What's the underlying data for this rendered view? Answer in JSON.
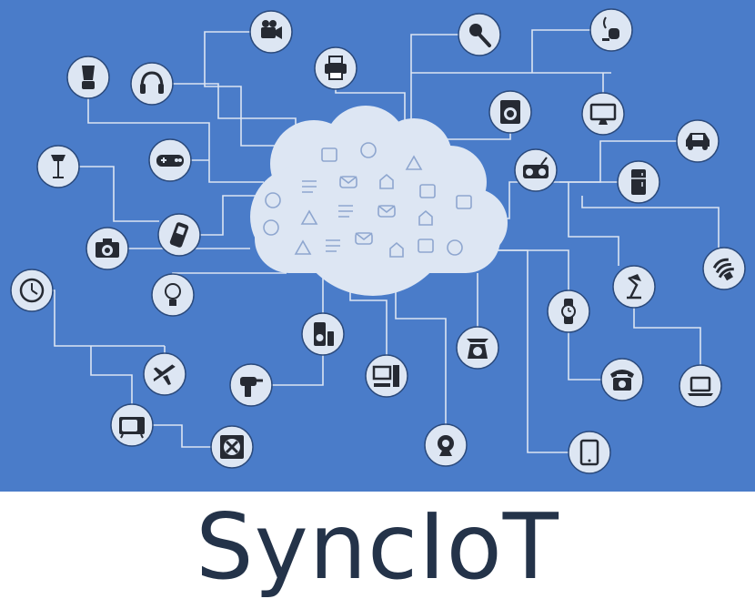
{
  "brand": {
    "name": "SyncIoT"
  },
  "colors": {
    "background": "#4a7cc9",
    "line": "#dbe4f2",
    "node_fill": "#dde6f3",
    "node_stroke": "#2b4a7c",
    "icon": "#262a33",
    "cloud": "#dde6f3",
    "cloud_icon": "#8ea6cf",
    "brand_text": "#243349"
  },
  "devices": [
    {
      "id": "camcorder",
      "icon": "camcorder-icon"
    },
    {
      "id": "microphone",
      "icon": "microphone-icon"
    },
    {
      "id": "vacuum",
      "icon": "vacuum-icon"
    },
    {
      "id": "blender",
      "icon": "blender-icon"
    },
    {
      "id": "headphones",
      "icon": "headphones-icon"
    },
    {
      "id": "printer",
      "icon": "printer-icon"
    },
    {
      "id": "washer",
      "icon": "washing-machine-icon"
    },
    {
      "id": "monitor",
      "icon": "monitor-icon"
    },
    {
      "id": "car",
      "icon": "car-icon"
    },
    {
      "id": "lamp",
      "icon": "floor-lamp-icon"
    },
    {
      "id": "gamepad",
      "icon": "gamepad-icon"
    },
    {
      "id": "radio",
      "icon": "radio-icon"
    },
    {
      "id": "fridge",
      "icon": "fridge-icon"
    },
    {
      "id": "phone",
      "icon": "mobile-phone-icon"
    },
    {
      "id": "camera",
      "icon": "camera-icon"
    },
    {
      "id": "bulb-cfl",
      "icon": "cfl-bulb-icon"
    },
    {
      "id": "clock",
      "icon": "wall-clock-icon"
    },
    {
      "id": "bulb",
      "icon": "light-bulb-icon"
    },
    {
      "id": "desk-lamp",
      "icon": "desk-lamp-icon"
    },
    {
      "id": "watch",
      "icon": "watch-icon"
    },
    {
      "id": "speaker",
      "icon": "speaker-icon"
    },
    {
      "id": "scale",
      "icon": "kitchen-scale-icon"
    },
    {
      "id": "airplane",
      "icon": "airplane-icon"
    },
    {
      "id": "drill",
      "icon": "drill-icon"
    },
    {
      "id": "computer",
      "icon": "desktop-computer-icon"
    },
    {
      "id": "telephone",
      "icon": "telephone-icon"
    },
    {
      "id": "laptop",
      "icon": "laptop-icon"
    },
    {
      "id": "tv",
      "icon": "retro-tv-icon"
    },
    {
      "id": "fan",
      "icon": "fan-icon"
    },
    {
      "id": "webcam",
      "icon": "webcam-icon"
    },
    {
      "id": "tablet",
      "icon": "tablet-icon"
    }
  ],
  "cloud": {
    "icon": "cloud-icon",
    "inner_icons": [
      "shopping-bag-icon",
      "wifi-icon",
      "database-icon",
      "cursor-icon",
      "home-icon",
      "cart-icon",
      "email-icon",
      "location-icon",
      "chat-icon",
      "search-icon",
      "calendar-icon",
      "chip-icon",
      "music-icon",
      "clock-icon",
      "chart-icon",
      "ghost-icon",
      "image-icon",
      "cloud-sync-icon",
      "monitor-icon",
      "settings-icon"
    ]
  }
}
